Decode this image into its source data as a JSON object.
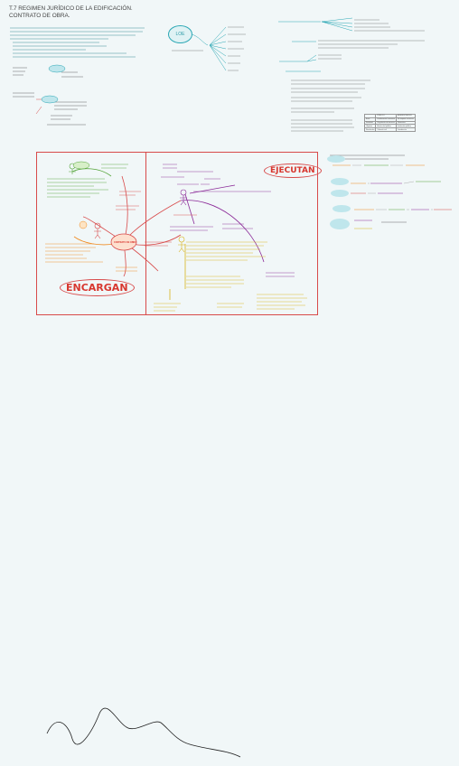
{
  "header": {
    "title_line1": "T.7 REGIMEN JURÍDICO DE LA EDIFICACIÓN.",
    "title_line2": "CONTRATO DE OBRA."
  },
  "map_labels": {
    "loe_bubble": "LOE",
    "encargan": "ENCARGAN",
    "ejecutan": "EJECUTAN",
    "contrato_de_obra": "CONTRATO DE OBRA"
  },
  "table": {
    "headers": [
      "",
      "PÚBLICO",
      "ADMINISTRATIVO"
    ],
    "rows": [
      [
        "Base",
        "Fundamental consenso",
        "No impone consenso"
      ],
      [
        "Finalidad",
        "Regulación de terceros",
        "Normativo"
      ],
      [
        "Objetivo",
        "Asunto del público",
        "Institución pública"
      ],
      [
        "Resolución",
        "Tribunal civil",
        "Jurisdicción"
      ]
    ]
  },
  "colors": {
    "teal": "#2aa7b4",
    "red": "#d84a4a",
    "orange": "#f08a1f",
    "green": "#55a53a",
    "purple": "#8b2a98",
    "yellow": "#d8b21a"
  }
}
